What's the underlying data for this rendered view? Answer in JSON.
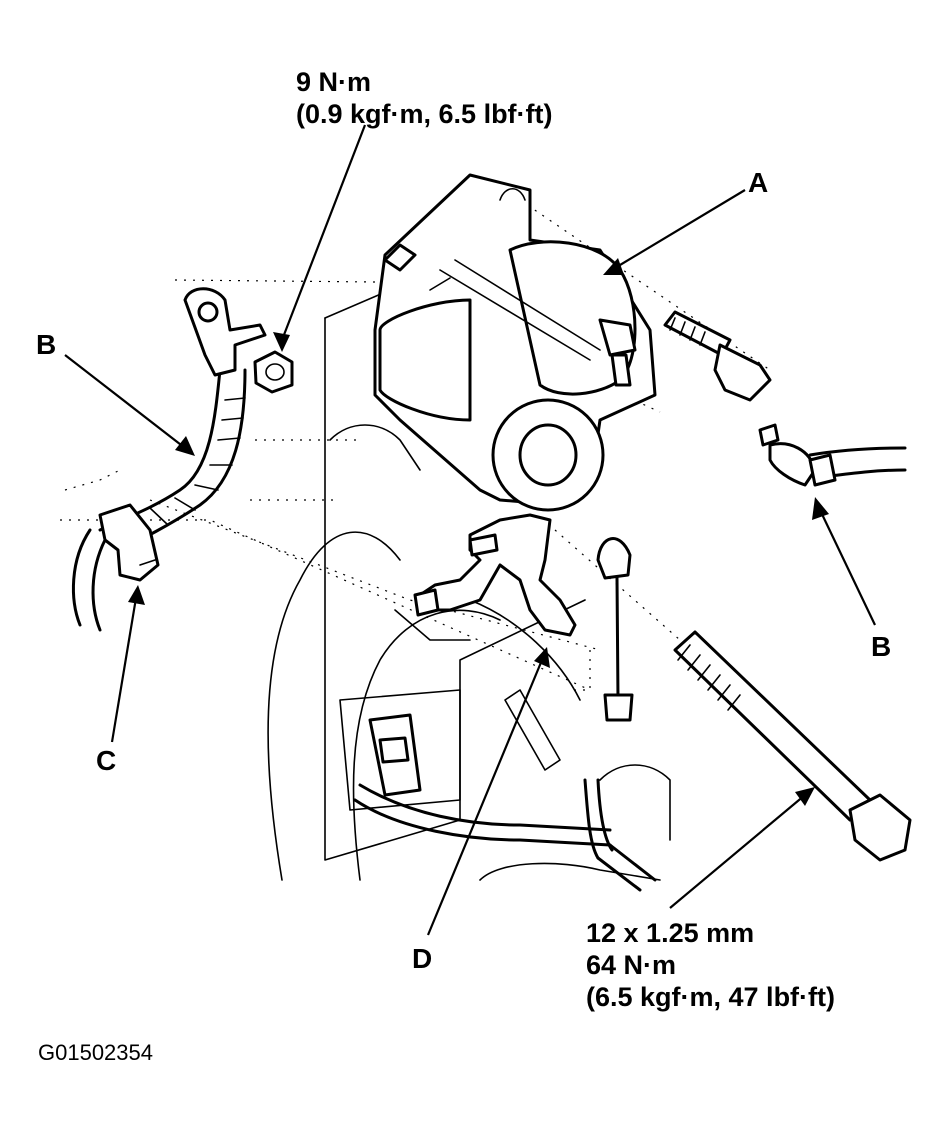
{
  "labels": {
    "a": "A",
    "b_left": "B",
    "b_right": "B",
    "c": "C",
    "d": "D"
  },
  "torque_specs": {
    "top": {
      "line1": "9 N·m",
      "line2": "(0.9 kgf·m, 6.5 lbf·ft)"
    },
    "bottom": {
      "line1": "12 x 1.25 mm",
      "line2": "64 N·m",
      "line3": "(6.5 kgf·m, 47 lbf·ft)"
    }
  },
  "figure_code": "G01502354",
  "colors": {
    "ink": "#000000",
    "paper": "#ffffff"
  }
}
